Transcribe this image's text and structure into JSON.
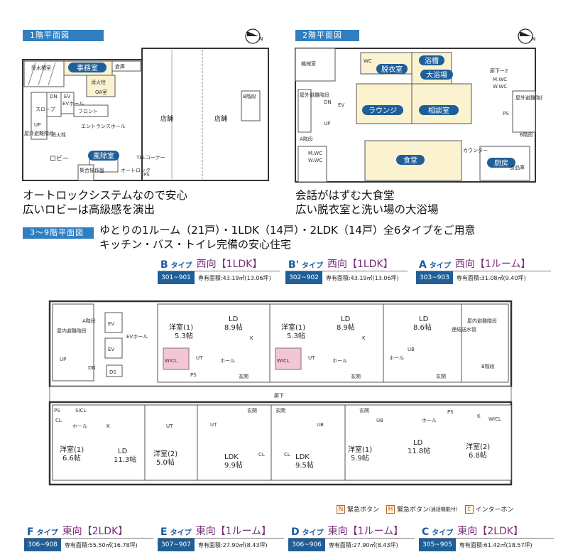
{
  "floor1": {
    "label": "1階平面図",
    "rooms": {
      "water_tank": "受水槽室",
      "office": "事務室",
      "storage": "倉庫",
      "fire1": "消火栓",
      "oa": "OA室",
      "dn": "DN",
      "ev": "EV",
      "ev_hall": "EVホール",
      "slope": "スロープ",
      "front": "フロント",
      "up": "UP",
      "outdoor_stairs": "屋外避難階段",
      "fire2": "消火栓",
      "shop_left": "店舗",
      "shop_right": "店舗",
      "b_stairs": "B階段",
      "entrance_hall": "エントランスホール",
      "lobby": "ロビー",
      "windbreak": "風除室",
      "tel_corner": "TELコーナー",
      "control": "集合操作盤",
      "autolock": "オートロック",
      "ps": "PS"
    },
    "caption_1": "オートロックシステムなので安心",
    "caption_2": "広いロビーは高級感を演出"
  },
  "floor2": {
    "label": "2階平面図",
    "rooms": {
      "machine": "機械室",
      "wc": "WC",
      "dressing": "脱衣室",
      "bath_small": "浴槽",
      "bath_big": "大浴場",
      "lounge": "ラウンジ",
      "consult": "相談室",
      "dining": "食堂",
      "kitchen": "厨房",
      "food_storage": "食品庫",
      "mwc1": "M.WC",
      "wwc1": "W.WC",
      "mwc2": "M.WC",
      "wwc2": "W.WC",
      "ev": "EV",
      "dn": "DN",
      "up": "UP",
      "a_stairs": "A階段",
      "b_stairs": "B階段",
      "outdoor_stairs": "屋外避難階段",
      "ps": "PS",
      "counter": "カウンター",
      "corridor2": "廊下ー2"
    },
    "caption_1": "会話がはずむ大食堂",
    "caption_2": "広い脱衣室と洗い場の大浴場"
  },
  "floor3": {
    "label": "3～9階平面図",
    "desc_1": "ゆとりの1ルーム（21戸）・1LDK（14戸）・2LDK（14戸）全6タイプをご用意",
    "desc_2": "キッチン・バス・トイレ完備の安心住宅"
  },
  "types_top": [
    {
      "type": "B",
      "suffix": "タイプ",
      "dir": "西向【1LDK】",
      "range": "301~901",
      "area": "専有面積:43.19㎡",
      "tsubo": "(13.06坪)"
    },
    {
      "type": "B'",
      "suffix": "タイプ",
      "dir": "西向【1LDK】",
      "range": "302~902",
      "area": "専有面積:43.19㎡",
      "tsubo": "(13.06坪)"
    },
    {
      "type": "A",
      "suffix": "タイプ",
      "dir": "西向【1ルーム】",
      "range": "303~903",
      "area": "専有面積:31.08㎡",
      "tsubo": "(9.40坪)"
    }
  ],
  "types_bottom": [
    {
      "type": "F",
      "suffix": "タイプ",
      "dir": "東向【2LDK】",
      "range": "306~908",
      "area": "専有面積:55.50㎡",
      "tsubo": "(16.78坪)"
    },
    {
      "type": "E",
      "suffix": "タイプ",
      "dir": "東向【1ルーム】",
      "range": "307~907",
      "area": "専有面積:27.90㎡",
      "tsubo": "(8.43坪)"
    },
    {
      "type": "D",
      "suffix": "タイプ",
      "dir": "東向【1ルーム】",
      "range": "306~906",
      "area": "専有面積:27.90㎡",
      "tsubo": "(8.43坪)"
    },
    {
      "type": "C",
      "suffix": "タイプ",
      "dir": "東向【2LDK】",
      "range": "305~905",
      "area": "専有面積:61.42㎡",
      "tsubo": "(18.57坪)"
    }
  ],
  "unit_rooms": {
    "u1_west": "洋室(1)",
    "u1_west_size": "5.3帖",
    "u1_ld": "LD",
    "u1_ld_size": "8.9帖",
    "u2_west": "洋室(1)",
    "u2_west_size": "5.3帖",
    "u2_ld": "LD",
    "u2_ld_size": "8.9帖",
    "u3_ld": "LD",
    "u3_ld_size": "8.6帖",
    "f_west": "洋室(1)",
    "f_west_size": "6.6帖",
    "f_ld": "LD",
    "f_ld_size": "11.3帖",
    "f_west2": "洋室(2)",
    "f_west2_size": "5.0帖",
    "e_ldk": "LDK",
    "e_ldk_size": "9.9帖",
    "d_ldk": "LDK",
    "d_ldk_size": "9.5帖",
    "c_west": "洋室(1)",
    "c_west_size": "5.9帖",
    "c_ld": "LD",
    "c_ld_size": "11.8帖",
    "c_west2": "洋室(2)",
    "c_west2_size": "6.8帖",
    "corridor": "廊下",
    "a_stairs": "A階段",
    "b_stairs": "B階段",
    "ev": "EV",
    "ev_hall": "EVホール",
    "ds": "DS",
    "up": "UP",
    "dn": "DN",
    "outdoor_stairs": "屋内避難階段",
    "link_stairs": "連結送水管",
    "ut": "UT",
    "ps": "PS",
    "hall": "ホール",
    "entry": "玄関",
    "cl": "CL",
    "wicl": "WICL",
    "sicl": "SICL",
    "k": "K",
    "ub": "UB"
  },
  "legend": {
    "n_mark": "N",
    "n_text": "緊急ボタン",
    "h_mark": "H",
    "h_text": "緊急ボタン",
    "h_note": "(通話機能付)",
    "t_mark": "t",
    "t_text": "インターホン"
  },
  "compass_letter": "N",
  "colors": {
    "accent": "#2f7fc1",
    "purple": "#7a2d7a",
    "cream": "#fbf3cf",
    "pink": "#f3c6d6"
  }
}
